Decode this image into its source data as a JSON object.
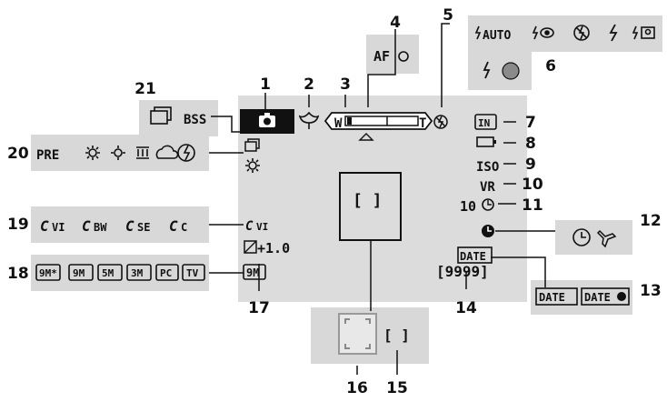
{
  "callouts": [
    "1",
    "2",
    "3",
    "4",
    "5",
    "6",
    "7",
    "8",
    "9",
    "10",
    "11",
    "12",
    "13",
    "14",
    "15",
    "16",
    "17",
    "18",
    "19",
    "20",
    "21"
  ],
  "screen": {
    "zoom_wide": "W",
    "zoom_tele": "T",
    "memory_indicator": "IN",
    "iso_label": "ISO",
    "vr_label": "VR",
    "self_timer": "10",
    "date_imprint": "DATE",
    "exposure_comp": "+1.0",
    "remaining_exposures": "[9999]",
    "focus_area": "[ ]",
    "image_mode": "9M",
    "color_option": "VI"
  },
  "options": {
    "focus_indicator": "AF",
    "flash_modes": [
      "AUTO",
      "",
      "",
      "",
      ""
    ],
    "flash_ready": "",
    "continuous_modes": [
      "",
      "BSS"
    ],
    "white_balance": [
      "PRE",
      "",
      "",
      "",
      "",
      ""
    ],
    "color_options": [
      "VI",
      "BW",
      "SE",
      "C"
    ],
    "image_modes": [
      "9M*",
      "9M",
      "5M",
      "3M",
      "PC",
      "TV"
    ],
    "date_options": [
      "DATE",
      "DATE"
    ],
    "focus_areas": [
      "",
      "[ ]"
    ]
  },
  "colors": {
    "screen_bg": "#dcdcdc",
    "panel_bg": "#d8d8d8",
    "ink": "#111111",
    "ready_dot": "#8a8a8a"
  }
}
